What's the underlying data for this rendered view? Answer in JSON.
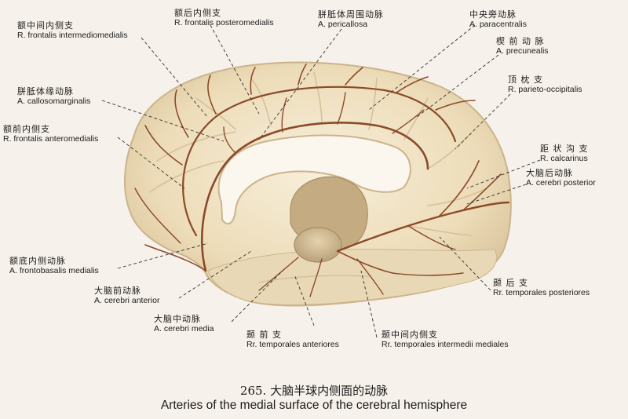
{
  "labels": {
    "frontalis_intermediomedialis": {
      "zh": "额中间内侧支",
      "la": "R. frontalis intermediomedialis"
    },
    "frontalis_posteromedialis": {
      "zh": "额后内侧支",
      "la": "R. frontalis posteromedialis"
    },
    "pericallosa": {
      "zh": "胼胝体周围动脉",
      "la": "A. pericallosa"
    },
    "paracentralis": {
      "zh": "中央旁动脉",
      "la": "A. paracentralis"
    },
    "precunealis": {
      "zh": "楔 前 动 脉",
      "la": "A. precunealis"
    },
    "parieto_occipitalis": {
      "zh": "顶   枕   支",
      "la": "R. parieto-occipitalis"
    },
    "callosomarginalis": {
      "zh": "胼胝体缘动脉",
      "la": "A. callosomarginalis"
    },
    "frontalis_anteromedialis": {
      "zh": "额前内侧支",
      "la": "R. frontalis anteromedialis"
    },
    "calcarinus": {
      "zh": "距 状 沟 支",
      "la": "R. calcarinus"
    },
    "cerebri_posterior": {
      "zh": "大脑后动脉",
      "la": "A.  cerebri posterior"
    },
    "frontobasalis_medialis": {
      "zh": "额底内侧动脉",
      "la": "A. frontobasalis medialis"
    },
    "cerebri_anterior": {
      "zh": "大脑前动脉",
      "la": "A.  cerebri anterior"
    },
    "temporales_posteriores": {
      "zh": "颞   后   支",
      "la": "Rr. temporales posteriores"
    },
    "cerebri_media": {
      "zh": "大脑中动脉",
      "la": "A.  cerebri media"
    },
    "temporales_anteriores": {
      "zh": "颞    前    支",
      "la": "Rr. temporales anteriores"
    },
    "temporales_intermedii": {
      "zh": "颞中间内侧支",
      "la": "Rr. temporales intermedii mediales"
    }
  },
  "caption": {
    "zh": "265.  大脑半球内侧面的动脉",
    "en": "Arteries of the medial surface of the cerebral hemisphere"
  },
  "colors": {
    "background": "#f6f1ea",
    "brain_fill": "#efe2c4",
    "brain_shadow": "#d8c39c",
    "artery": "#8b4a2a",
    "leader": "#333333"
  }
}
